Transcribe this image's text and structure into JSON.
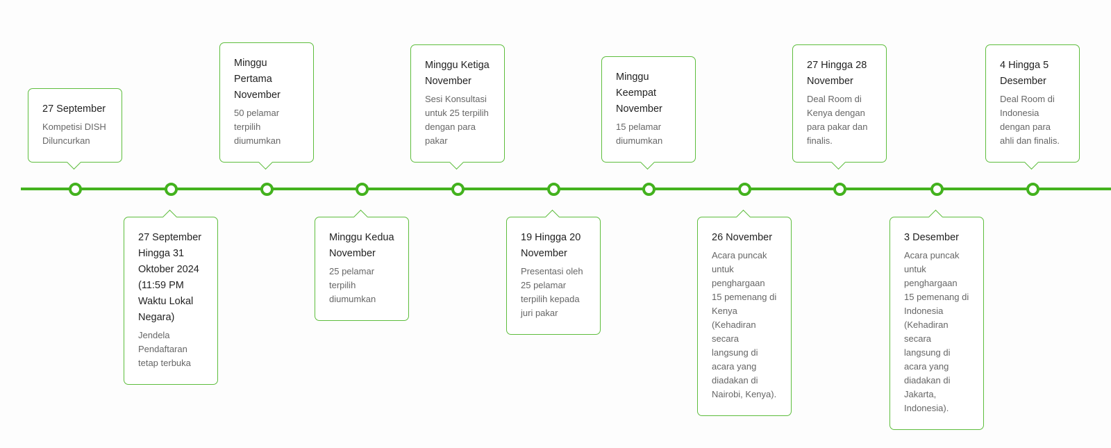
{
  "colors": {
    "accent": "#43b21e",
    "date_text": "#222222",
    "desc_text": "#666666"
  },
  "timeline": {
    "events": [
      {
        "date": "27 September",
        "description": "Kompetisi DISH Diluncurkan"
      },
      {
        "date": "27 September Hingga 31 Oktober 2024 (11:59 PM Waktu Lokal Negara)",
        "description": "Jendela Pendaftaran tetap terbuka"
      },
      {
        "date": "Minggu Pertama November",
        "description": "50 pelamar terpilih diumumkan"
      },
      {
        "date": "Minggu Kedua November",
        "description": "25 pelamar terpilih diumumkan"
      },
      {
        "date": "Minggu Ketiga November",
        "description": "Sesi Konsultasi untuk 25 terpilih dengan para pakar"
      },
      {
        "date": "19 Hingga 20 November",
        "description": "Presentasi oleh 25 pelamar terpilih kepada juri pakar"
      },
      {
        "date": "Minggu Keempat November",
        "description": "15 pelamar diumumkan"
      },
      {
        "date": "26 November",
        "description": "Acara puncak untuk penghargaan 15 pemenang di Kenya (Kehadiran secara langsung di acara yang diadakan di Nairobi, Kenya)."
      },
      {
        "date": "27 Hingga 28 November",
        "description": "Deal Room di Kenya dengan para pakar dan finalis."
      },
      {
        "date": "3 Desember",
        "description": "Acara puncak untuk penghargaan 15 pemenang di Indonesia (Kehadiran secara langsung di acara yang diadakan di Jakarta, Indonesia)."
      },
      {
        "date": "4 Hingga 5 Desember",
        "description": "Deal Room di Indonesia dengan para ahli dan finalis."
      }
    ]
  }
}
